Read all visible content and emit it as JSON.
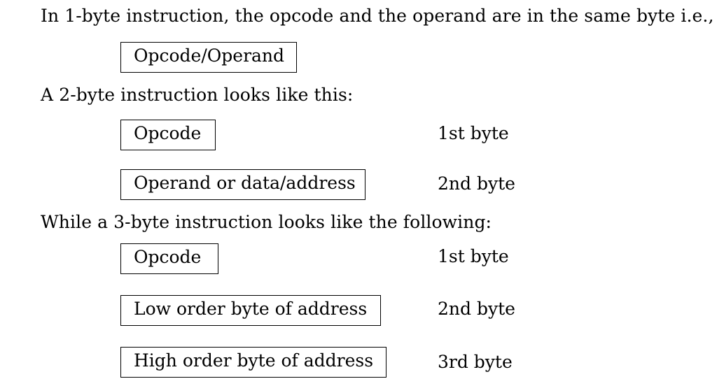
{
  "text": {
    "intro_1byte": "In 1-byte instruction, the opcode and the operand are in the same byte i.e.,",
    "intro_2byte": "A 2-byte instruction looks like this:",
    "intro_3byte": "While a 3-byte instruction looks like the following:"
  },
  "one_byte": {
    "box1": "Opcode/Operand"
  },
  "two_byte": {
    "box1": "Opcode",
    "label1": "1st byte",
    "box2": "Operand or data/address",
    "label2": "2nd byte"
  },
  "three_byte": {
    "box1": "Opcode",
    "label1": "1st byte",
    "box2": "Low order byte of address",
    "label2": "2nd byte",
    "box3": "High order byte of address",
    "label3": "3rd byte"
  }
}
